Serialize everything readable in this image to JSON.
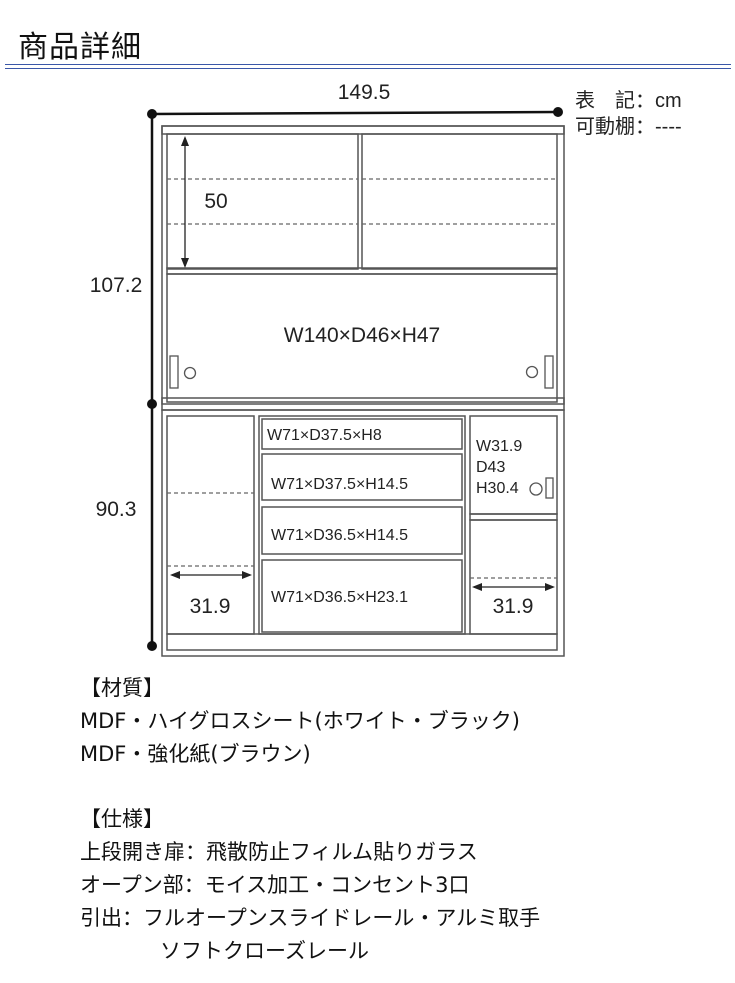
{
  "header": {
    "title": "商品詳細"
  },
  "legend": {
    "unit_line": "表　記：cm",
    "shelf_line": "可動棚：----"
  },
  "dimensions": {
    "total_width": "149.5",
    "upper_height": "107.2",
    "lower_height": "90.3",
    "shelf_spacing": "50",
    "side_left_width": "31.9",
    "side_right_width": "31.9"
  },
  "compartments": {
    "upper_cabinet": "W140×D46×H47",
    "drawer_1": "W71×D37.5×H8",
    "drawer_2": "W71×D37.5×H14.5",
    "drawer_3": "W71×D36.5×H14.5",
    "drawer_4": "W71×D36.5×H23.1",
    "right_door": [
      "W31.9",
      "D43",
      "H30.4"
    ]
  },
  "material": {
    "heading": "【材質】",
    "lines": [
      "MDF・ハイグロスシート(ホワイト・ブラック)",
      "MDF・強化紙(ブラウン)"
    ]
  },
  "spec": {
    "heading": "【仕様】",
    "lines": [
      "上段開き扉：飛散防止フィルム貼りガラス",
      "オープン部：モイス加工・コンセント3口",
      "引出：フルオープンスライドレール・アルミ取手"
    ],
    "continuation": "ソフトクローズレール"
  }
}
